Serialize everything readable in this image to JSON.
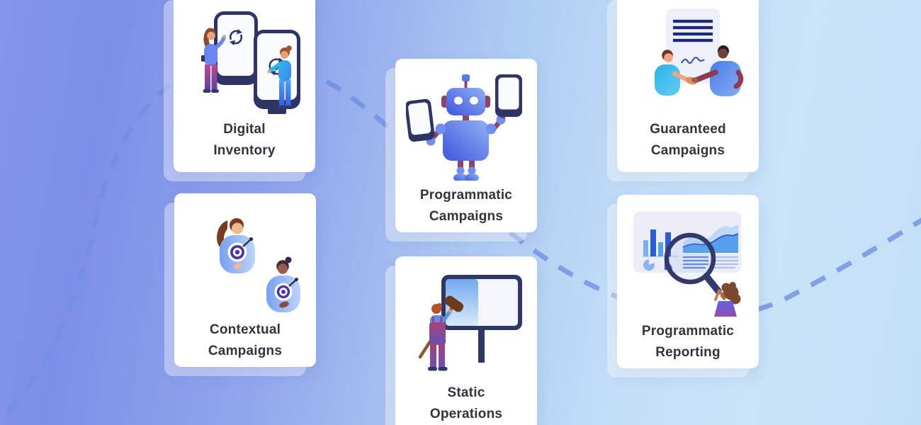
{
  "background": {
    "gradient_left": "#7d8fe8",
    "gradient_right": "#c9e3f8",
    "connector_dash_color": "#7090e2",
    "card_backing_color": "rgba(255,255,255,0.38)"
  },
  "card_style": {
    "background": "#ffffff",
    "label_color": "#33333d"
  },
  "cards": [
    {
      "id": "digital-inventory",
      "line1": "Digital",
      "line2": "Inventory",
      "illustration": "two-kiosk-screens-with-sync-icons-and-two-people"
    },
    {
      "id": "contextual-campaigns",
      "line1": "Contextual",
      "line2": "Campaigns",
      "illustration": "two-people-with-target-bullseyes-on-chest"
    },
    {
      "id": "programmatic-campaigns",
      "line1": "Programmatic",
      "line2": "Campaigns",
      "illustration": "robot-holding-two-screens"
    },
    {
      "id": "static-operations",
      "line1": "Static",
      "line2": "Operations",
      "illustration": "worker-painting-billboard-with-brush"
    },
    {
      "id": "guaranteed-campaigns",
      "line1": "Guaranteed",
      "line2": "Campaigns",
      "illustration": "two-men-handshake-in-front-of-signed-contract"
    },
    {
      "id": "programmatic-reporting",
      "line1": "Programmatic",
      "line2": "Reporting",
      "illustration": "woman-with-magnifying-glass-over-analytics-dashboard"
    }
  ]
}
